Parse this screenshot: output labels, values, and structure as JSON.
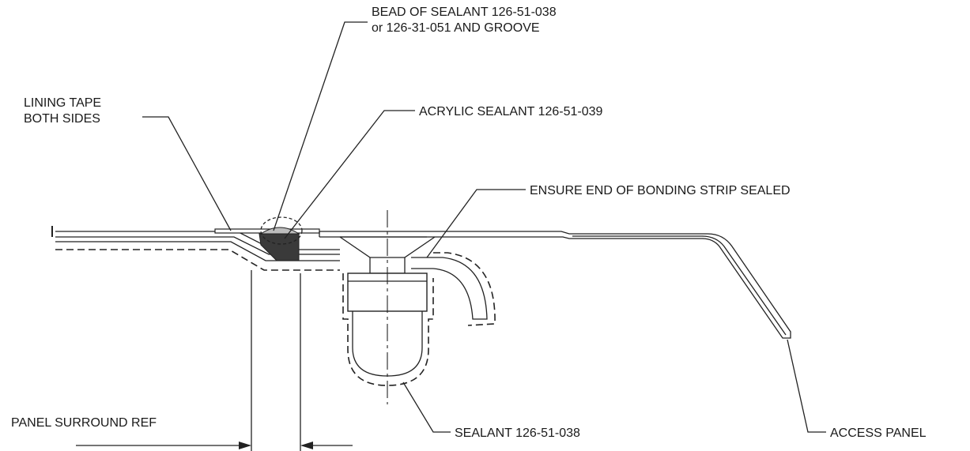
{
  "labels": {
    "bead_sealant_line1": "BEAD OF SEALANT 126-51-038",
    "bead_sealant_line2": "or 126-31-051 AND GROOVE",
    "lining_tape_line1": "LINING TAPE",
    "lining_tape_line2": "BOTH SIDES",
    "acrylic_sealant": "ACRYLIC SEALANT 126-51-039",
    "bonding_strip": "ENSURE END OF BONDING STRIP SEALED",
    "panel_surround": "PANEL SURROUND REF",
    "access_panel": "ACCESS PANEL",
    "sealant": "SEALANT 126-51-038"
  }
}
